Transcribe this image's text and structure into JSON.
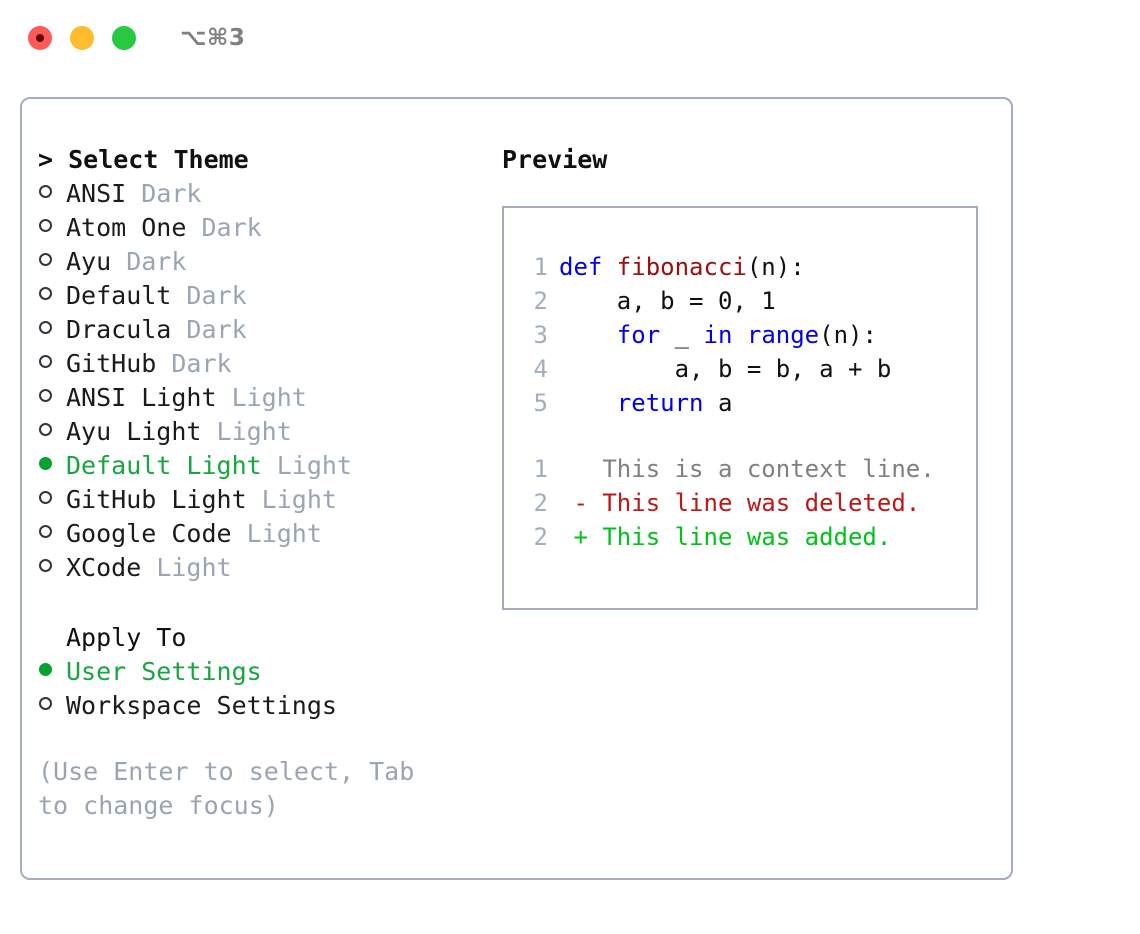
{
  "titlebar": {
    "shortcut": "⌥⌘3",
    "dots": [
      "close-red",
      "minimize-yellow",
      "maximize-green"
    ]
  },
  "theme_picker": {
    "heading": "> Select Theme",
    "items": [
      {
        "label": "ANSI",
        "tag": "Dark",
        "selected": false
      },
      {
        "label": "Atom One",
        "tag": "Dark",
        "selected": false
      },
      {
        "label": "Ayu",
        "tag": "Dark",
        "selected": false
      },
      {
        "label": "Default",
        "tag": "Dark",
        "selected": false
      },
      {
        "label": "Dracula",
        "tag": "Dark",
        "selected": false
      },
      {
        "label": "GitHub",
        "tag": "Dark",
        "selected": false
      },
      {
        "label": "ANSI Light",
        "tag": "Light",
        "selected": false
      },
      {
        "label": "Ayu Light",
        "tag": "Light",
        "selected": false
      },
      {
        "label": "Default Light",
        "tag": "Light",
        "selected": true
      },
      {
        "label": "GitHub Light",
        "tag": "Light",
        "selected": false
      },
      {
        "label": "Google Code",
        "tag": "Light",
        "selected": false
      },
      {
        "label": "XCode",
        "tag": "Light",
        "selected": false
      }
    ]
  },
  "apply_to": {
    "heading": "Apply To",
    "items": [
      {
        "label": "User Settings",
        "selected": true
      },
      {
        "label": "Workspace Settings",
        "selected": false
      }
    ]
  },
  "hint": "(Use Enter to select, Tab to change focus)",
  "preview": {
    "title": "Preview",
    "code_lines": [
      {
        "no": "1",
        "tokens": [
          {
            "t": "def ",
            "c": "kw"
          },
          {
            "t": "fibonacci",
            "c": "fn"
          },
          {
            "t": "(n):",
            "c": "pl"
          }
        ]
      },
      {
        "no": "2",
        "tokens": [
          {
            "t": "    a, b = 0, 1",
            "c": "pl"
          }
        ]
      },
      {
        "no": "3",
        "tokens": [
          {
            "t": "    ",
            "c": "pl"
          },
          {
            "t": "for",
            "c": "kw"
          },
          {
            "t": " _ ",
            "c": "pl"
          },
          {
            "t": "in",
            "c": "kw"
          },
          {
            "t": " ",
            "c": "pl"
          },
          {
            "t": "range",
            "c": "kw"
          },
          {
            "t": "(n):",
            "c": "pl"
          }
        ]
      },
      {
        "no": "4",
        "tokens": [
          {
            "t": "        a, b = b, a + b",
            "c": "pl"
          }
        ]
      },
      {
        "no": "5",
        "tokens": [
          {
            "t": "    ",
            "c": "pl"
          },
          {
            "t": "return",
            "c": "kw"
          },
          {
            "t": " a",
            "c": "pl"
          }
        ]
      }
    ],
    "diff_lines": [
      {
        "no": "1",
        "tokens": [
          {
            "t": "   This is a context line.",
            "c": "ctx"
          }
        ]
      },
      {
        "no": "2",
        "tokens": [
          {
            "t": " - This line was deleted.",
            "c": "del"
          }
        ]
      },
      {
        "no": "2",
        "tokens": [
          {
            "t": " + This line was added.",
            "c": "add"
          }
        ]
      }
    ]
  },
  "colors": {
    "selected_green": "#19a541",
    "radio_green": "#05a32e",
    "muted_gray": "#9aa5b4",
    "border": "#a3adbd",
    "keyword_blue": "#0000ee",
    "function_red": "#9c0d0d",
    "diff_add": "#00c21a",
    "diff_del": "#c01616",
    "diff_context": "#808080"
  }
}
